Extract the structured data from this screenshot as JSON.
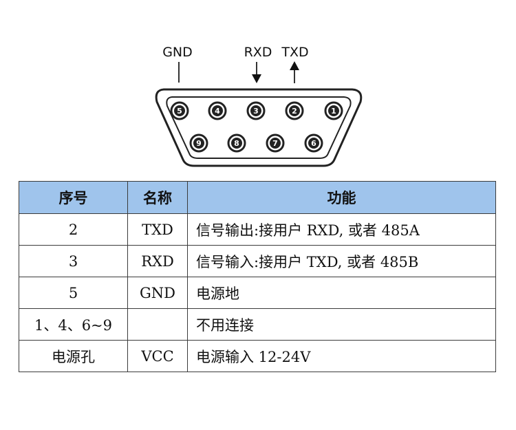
{
  "connector": {
    "labels": {
      "gnd": "GND",
      "rxd": "RXD",
      "txd": "TXD"
    },
    "top_pins": [
      "5",
      "4",
      "3",
      "2",
      "1"
    ],
    "bottom_pins": [
      "9",
      "8",
      "7",
      "6"
    ]
  },
  "table": {
    "headers": {
      "seq": "序号",
      "name": "名称",
      "func": "功能"
    },
    "rows": [
      {
        "seq": "2",
        "name": "TXD",
        "func": "信号输出:接用户 RXD, 或者 485A"
      },
      {
        "seq": "3",
        "name": "RXD",
        "func": "信号输入:接用户 TXD, 或者 485B"
      },
      {
        "seq": "5",
        "name": "GND",
        "func": "电源地"
      },
      {
        "seq": "1、4、6~9",
        "name": "",
        "func": "不用连接"
      },
      {
        "seq": "电源孔",
        "name": "VCC",
        "func": "电源输入 12-24V"
      }
    ]
  },
  "colors": {
    "header_bg": "#9fc4ec",
    "line": "#222222"
  }
}
